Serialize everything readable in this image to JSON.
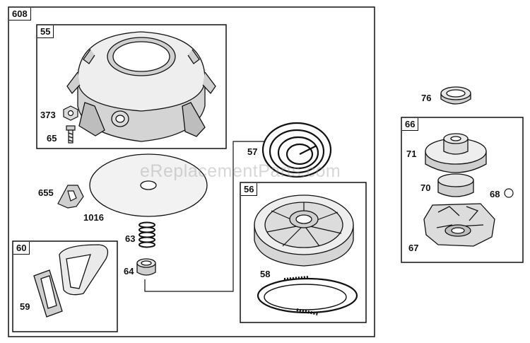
{
  "groups": {
    "g608": "608",
    "g55": "55",
    "g60": "60",
    "g56": "56",
    "g66": "66"
  },
  "parts": {
    "p373": "373",
    "p65": "65",
    "p655": "655",
    "p1016": "1016",
    "p63": "63",
    "p64": "64",
    "p59": "59",
    "p57": "57",
    "p58": "58",
    "p76": "76",
    "p71": "71",
    "p70": "70",
    "p68": "68",
    "p67": "67"
  },
  "watermark": "eReplacementParts.com",
  "colors": {
    "line": "#111111",
    "shade": "#cfcfcf",
    "background": "#ffffff"
  }
}
